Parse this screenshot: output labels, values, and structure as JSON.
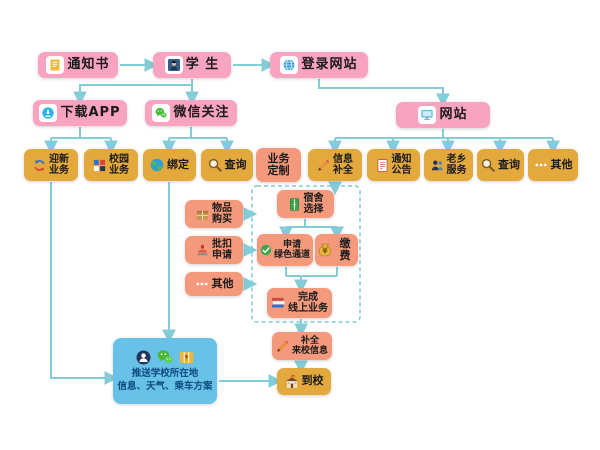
{
  "palette": {
    "pink_box": "#f8a3c0",
    "gold_box": "#e3a93c",
    "salmon_box": "#f4997b",
    "blue_panel": "#68c2e8",
    "connector": "#84ccd8",
    "panel_text": "#0e4a80"
  },
  "nodes": {
    "notice": {
      "label": "通知书",
      "icon": "document-icon"
    },
    "student": {
      "label": "学 生",
      "icon": "student-icon"
    },
    "login_site": {
      "label": "登录网站",
      "icon": "globe-icon"
    },
    "download_app": {
      "label": "下载APP",
      "icon": "download-icon"
    },
    "wechat_follow": {
      "label": "微信关注",
      "icon": "wechat-icon"
    },
    "website": {
      "label": "网站",
      "icon": "monitor-icon"
    },
    "orientation_service": {
      "label": "迎新\n业务",
      "icon": "refresh-arrows-icon"
    },
    "campus_service": {
      "label": "校园\n业务",
      "icon": "grid-icon"
    },
    "bind": {
      "label": "绑定",
      "icon": "globe-icon"
    },
    "wechat_query": {
      "label": "查询",
      "icon": "search-icon"
    },
    "business_customize": {
      "label": "业务\n定制"
    },
    "info_complete": {
      "label": "信息\n补全",
      "icon": "pencil-icon"
    },
    "announcement": {
      "label": "通知\n公告",
      "icon": "notice-doc-icon"
    },
    "hometown_service": {
      "label": "老乡\n服务",
      "icon": "people-icon"
    },
    "site_query": {
      "label": "查询",
      "icon": "search-icon"
    },
    "site_other": {
      "label": "其他",
      "icon": "ellipsis-icon"
    },
    "goods_purchase": {
      "label": "物品\n购买",
      "icon": "package-icon"
    },
    "batch_deduct": {
      "label": "批扣\n申请",
      "icon": "stamp-icon"
    },
    "left_other": {
      "label": "其他",
      "icon": "ellipsis-icon"
    },
    "dorm_select": {
      "label": "宿舍\n选择",
      "icon": "wardrobe-icon"
    },
    "green_channel": {
      "label": "申请\n绿色通道",
      "icon": "check-icon"
    },
    "pay_fee": {
      "label": "缴费",
      "icon": "moneybag-icon"
    },
    "complete_online": {
      "label": "完成\n线上业务",
      "icon": "books-icon"
    },
    "arrival_info": {
      "label": "补全\n来校信息",
      "icon": "pencil-icon"
    },
    "arrive_school": {
      "label": "到校",
      "icon": "school-icon"
    },
    "push_info": {
      "label": "推送学校所在地\n信息、天气、乘车方案",
      "icons": [
        "avatar-circle-icon",
        "wechat-icon",
        "map-icon"
      ]
    }
  }
}
